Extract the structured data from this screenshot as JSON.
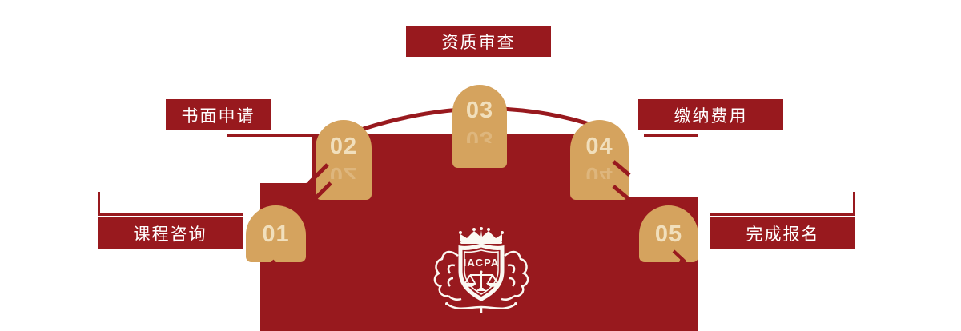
{
  "diagram": {
    "description": "enrollment-process-flow",
    "steps": [
      {
        "number": "01",
        "label": "课程咨询"
      },
      {
        "number": "02",
        "label": "书面申请"
      },
      {
        "number": "03",
        "label": "资质审查"
      },
      {
        "number": "04",
        "label": "缴纳费用"
      },
      {
        "number": "05",
        "label": "完成报名"
      }
    ],
    "crest": {
      "abbr": "IACPA"
    },
    "colors": {
      "primary_red": "#98191E",
      "marker_gold": "#D5A35E",
      "number_cream": "#F1DFBC",
      "label_text": "#FFFFFF",
      "background": "#FFFFFF"
    }
  }
}
